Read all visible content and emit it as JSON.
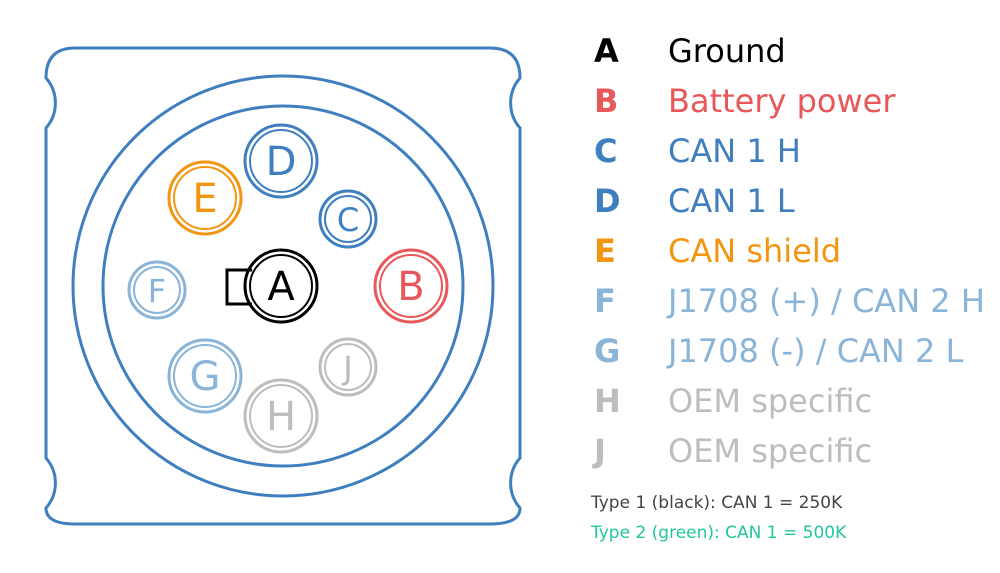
{
  "colors": {
    "housing": "#3f7fbf",
    "ground": "#000000",
    "battery": "#e8585a",
    "can1": "#3f7fbf",
    "shield": "#f29611",
    "can2": "#8ab4d8",
    "oem": "#bdbdbd",
    "type1": "#444444",
    "type2": "#1ec7a0"
  },
  "pins": [
    {
      "letter": "A",
      "description": "Ground",
      "color": "#000000"
    },
    {
      "letter": "B",
      "description": "Battery power",
      "color": "#e8585a"
    },
    {
      "letter": "C",
      "description": "CAN 1 H",
      "color": "#3f7fbf"
    },
    {
      "letter": "D",
      "description": "CAN 1 L",
      "color": "#3f7fbf"
    },
    {
      "letter": "E",
      "description": "CAN shield",
      "color": "#f29611"
    },
    {
      "letter": "F",
      "description": "J1708 (+) / CAN 2 H",
      "color": "#8ab4d8"
    },
    {
      "letter": "G",
      "description": "J1708 (-) / CAN 2 L",
      "color": "#8ab4d8"
    },
    {
      "letter": "H",
      "description": "OEM specific",
      "color": "#bdbdbd"
    },
    {
      "letter": "J",
      "description": "OEM specific",
      "color": "#bdbdbd"
    }
  ],
  "notes": {
    "type1": "Type 1 (black): CAN 1 = 250K",
    "type2": "Type 2 (green): CAN 1 = 500K"
  }
}
